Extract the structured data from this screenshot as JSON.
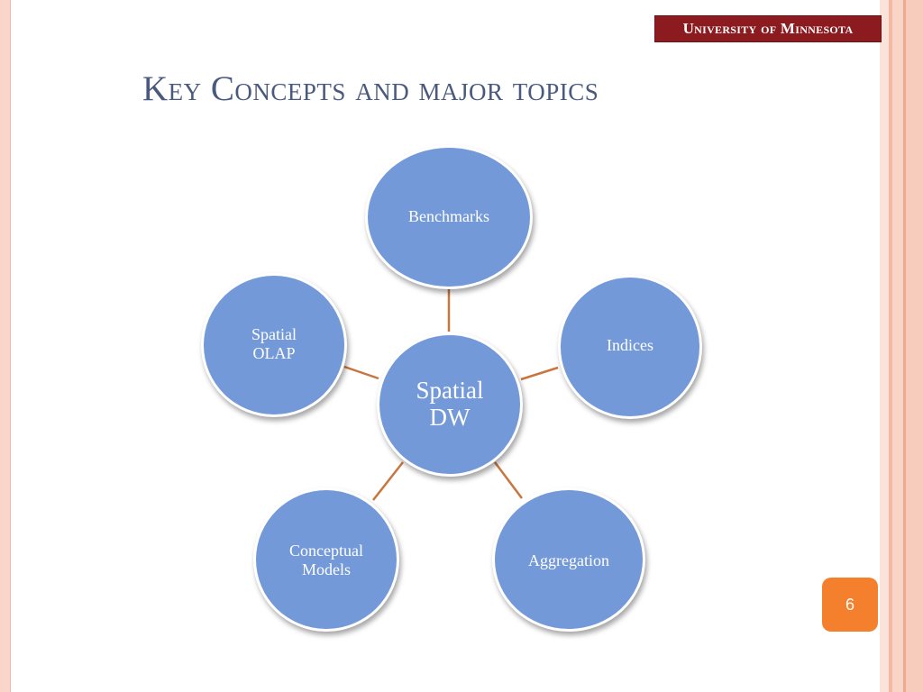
{
  "header": {
    "logo_text": "University of Minnesota",
    "title": "Key Concepts and major topics"
  },
  "diagram": {
    "center": {
      "label_line1": "Spatial",
      "label_line2": "DW"
    },
    "topics": [
      {
        "label_line1": "Benchmarks",
        "label_line2": ""
      },
      {
        "label_line1": "Indices",
        "label_line2": ""
      },
      {
        "label_line1": "Aggregation",
        "label_line2": ""
      },
      {
        "label_line1": "Conceptual",
        "label_line2": "Models"
      },
      {
        "label_line1": "Spatial",
        "label_line2": "OLAP"
      }
    ]
  },
  "footer": {
    "page_number": "6"
  },
  "colors": {
    "node_fill": "#7399d9",
    "connector": "#c8763d",
    "title": "#4a5a7e",
    "logo_bg": "#8c1b1f",
    "page_badge": "#f47f2c"
  }
}
